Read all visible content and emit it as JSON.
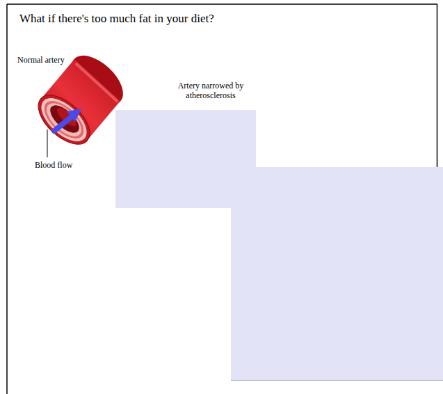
{
  "diagram": {
    "title": "What if there's too much fat in your diet?",
    "labels": [
      "Normal artery",
      "Artery narrowed by atherosclerosis",
      "Blood flow"
    ]
  }
}
